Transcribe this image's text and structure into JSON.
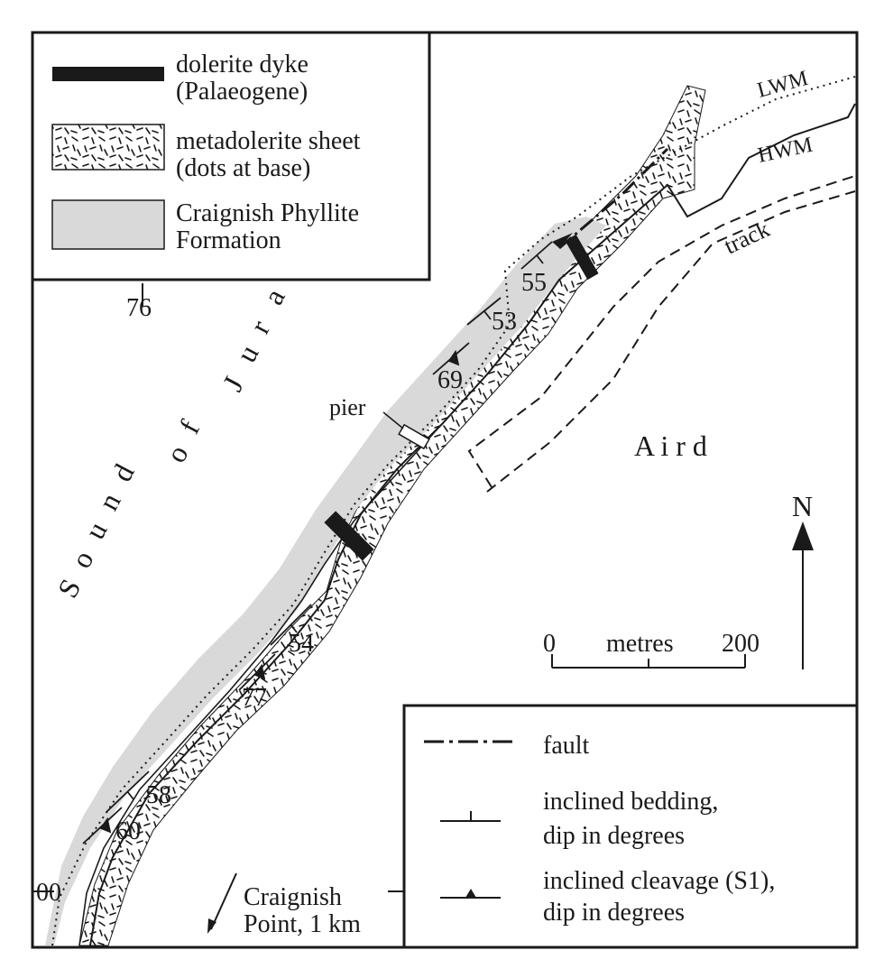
{
  "legend_top": {
    "dyke_line1": "dolerite dyke",
    "dyke_line2": "(Palaeogene)",
    "sheet_line1": "metadolerite sheet",
    "sheet_line2": "(dots at base)",
    "phyllite_line1": "Craignish Phyllite",
    "phyllite_line2": "Formation"
  },
  "legend_bottom": {
    "fault": "fault",
    "bedding_line1": "inclined bedding,",
    "bedding_line2": "dip in degrees",
    "cleavage_line1": "inclined cleavage (S1),",
    "cleavage_line2": "dip in degrees"
  },
  "grid": {
    "easting": "76",
    "northing": "00"
  },
  "place_names": {
    "sea_letters": [
      "S",
      "o",
      "u",
      "n",
      "d",
      "o",
      "f",
      "J",
      "u",
      "r",
      "a"
    ],
    "land": "A i r d",
    "pier": "pier",
    "track": "track",
    "lwm": "LWM",
    "hwm": "HWM",
    "craignish_line1": "Craignish",
    "craignish_line2": "Point, 1 km"
  },
  "dips": [
    "55",
    "53",
    "69",
    "54",
    "77",
    "58",
    "60"
  ],
  "scale": {
    "start": "0",
    "unit": "metres",
    "end": "200"
  },
  "north": "N",
  "colors": {
    "phyllite": "#d9d9d9",
    "ink": "#1a1a1a",
    "paper": "#ffffff"
  }
}
